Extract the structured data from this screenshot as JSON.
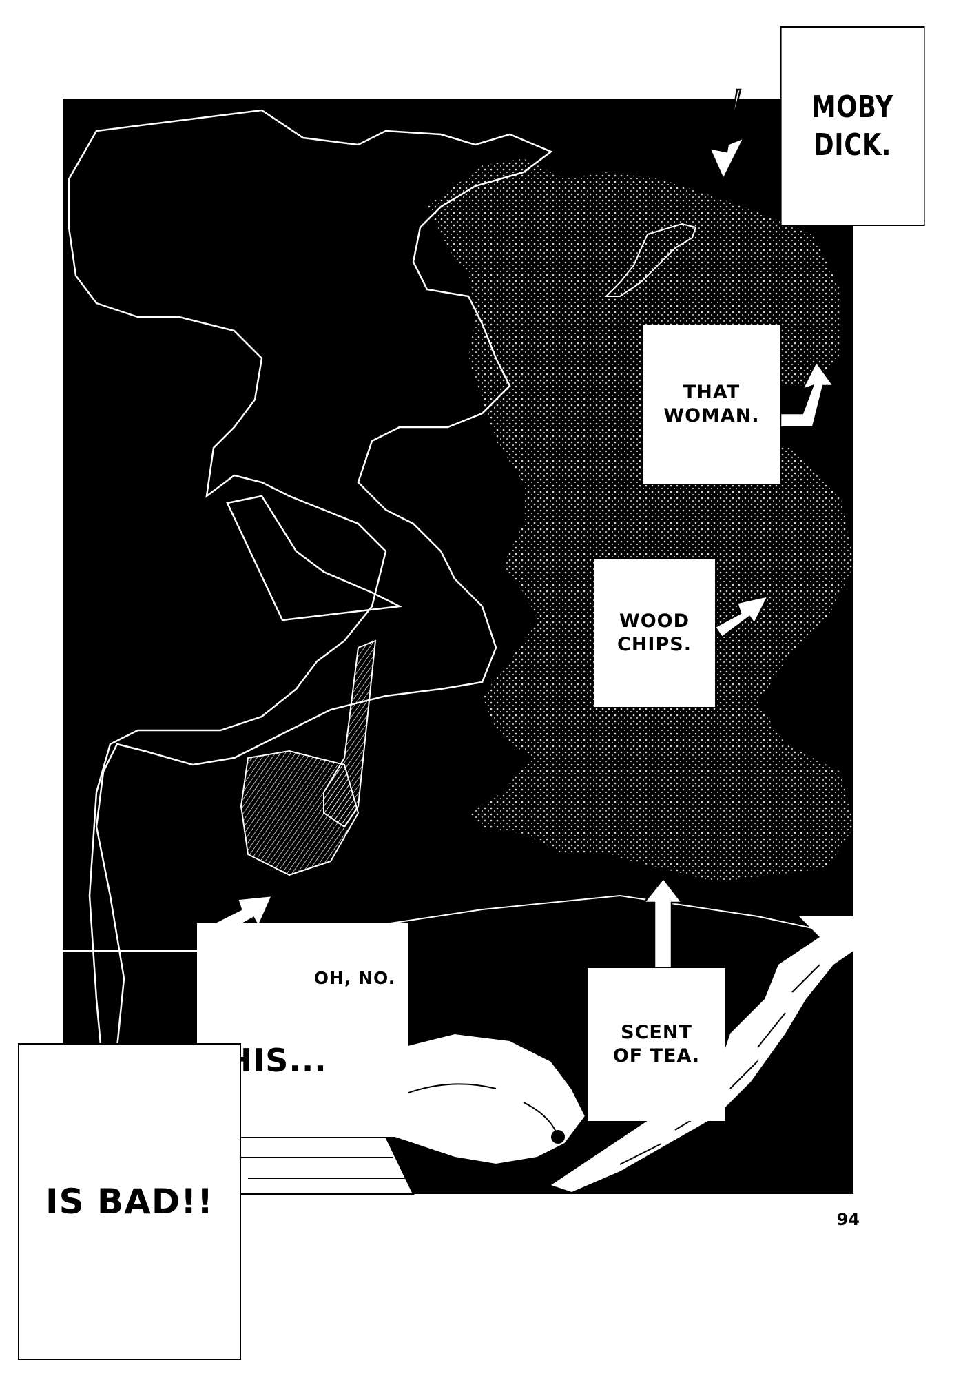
{
  "page": {
    "page_number": "94"
  },
  "captions": {
    "moby_dick": "MOBY\nDICK.",
    "that_woman": "THAT\nWOMAN.",
    "wood_chips": "WOOD\nCHIPS.",
    "scent_of_tea": "SCENT\nOF TEA.",
    "oh_no": "OH, NO.",
    "this": "THIS...",
    "is_bad": "IS BAD!!"
  },
  "colors": {
    "ink": "#000000",
    "paper": "#ffffff"
  }
}
